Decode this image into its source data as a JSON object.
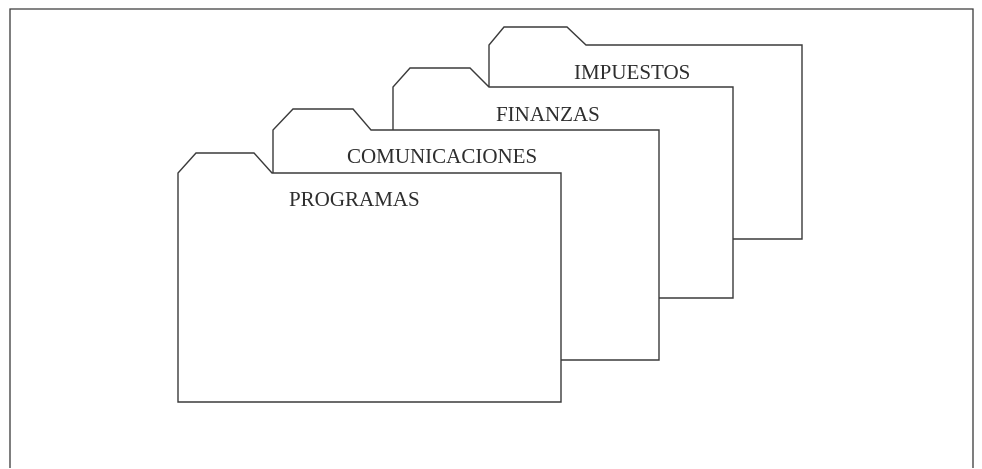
{
  "diagram": {
    "folders": [
      {
        "id": "impuestos",
        "label": "IMPUESTOS"
      },
      {
        "id": "finanzas",
        "label": "FINANZAS"
      },
      {
        "id": "comunicaciones",
        "label": "COMUNICACIONES"
      },
      {
        "id": "programas",
        "label": "PROGRAMAS"
      }
    ]
  }
}
